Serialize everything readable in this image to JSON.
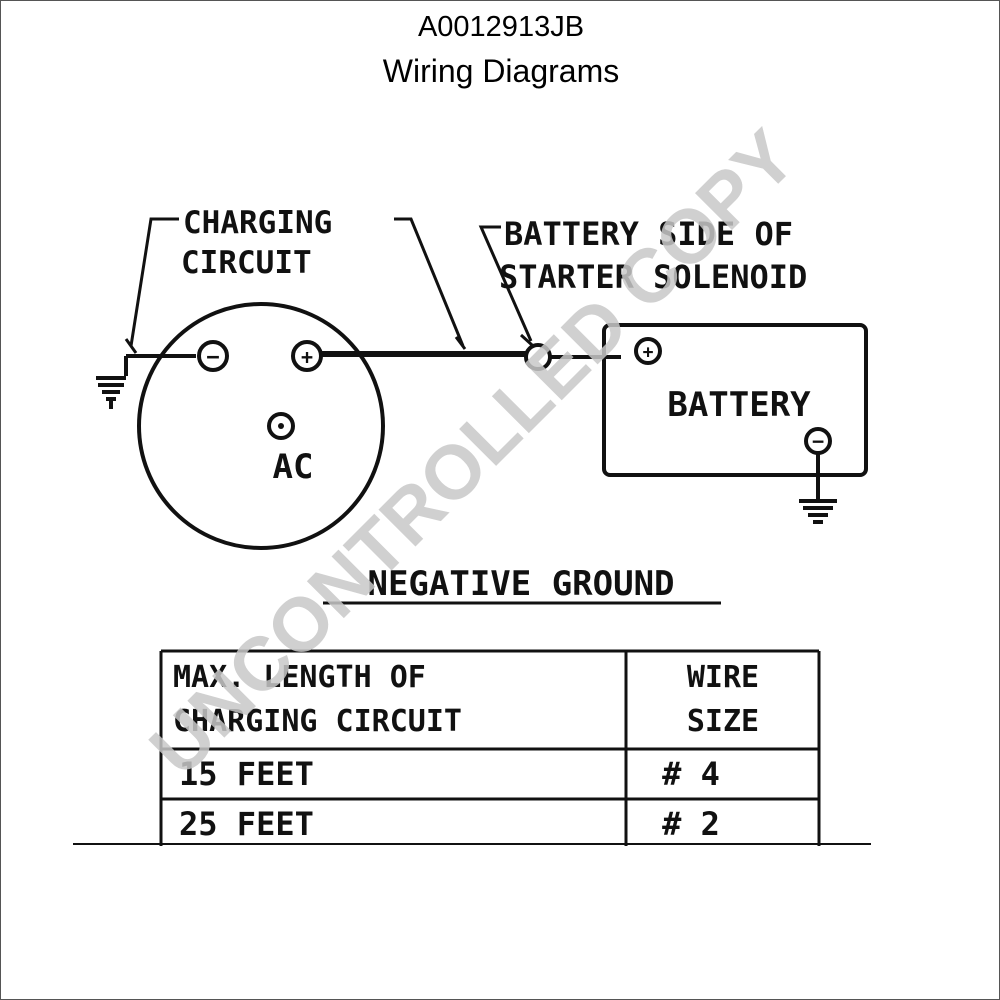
{
  "header": {
    "doc_id": "A0012913JB",
    "subtitle": "Wiring Diagrams"
  },
  "diagram": {
    "label_charging": "CHARGING",
    "label_circuit": "CIRCUIT",
    "label_battery_side": "BATTERY SIDE OF",
    "label_starter_solenoid": "STARTER SOLENOID",
    "label_ac": "AC",
    "label_battery": "BATTERY",
    "caption": "NEGATIVE GROUND",
    "terminal_negative": "−",
    "terminal_positive": "+"
  },
  "table": {
    "header_length_line1": "MAX. LENGTH OF",
    "header_length_line2": "CHARGING CIRCUIT",
    "header_wire_line1": "WIRE",
    "header_wire_line2": "SIZE",
    "rows": [
      {
        "length": "15 FEET",
        "wire": "# 4"
      },
      {
        "length": "25 FEET",
        "wire": "# 2"
      }
    ]
  },
  "watermark": "UNCONTROLLED COPY",
  "colors": {
    "ink": "#111111",
    "watermark": "#c8c8c8",
    "frame": "#555555"
  }
}
